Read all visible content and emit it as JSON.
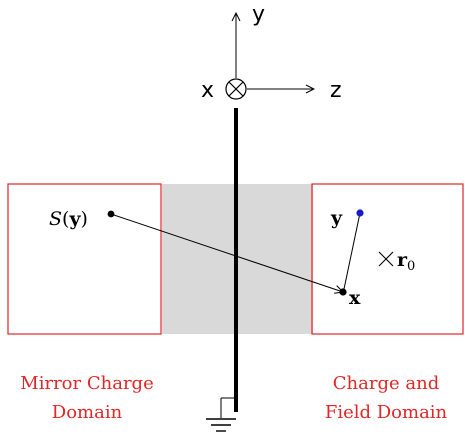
{
  "axes": {
    "x_label": "x",
    "y_label": "y",
    "z_label": "z"
  },
  "mirror_point": {
    "label_func": "S",
    "label_open": "(",
    "label_arg": "y",
    "label_close": ")"
  },
  "charge_point": {
    "label": "y"
  },
  "field_point": {
    "label": "x"
  },
  "reference_point": {
    "label_base": "r",
    "label_sub": "0"
  },
  "mirror_domain": {
    "caption_line1": "Mirror Charge",
    "caption_line2": "Domain"
  },
  "field_domain": {
    "caption_line1": "Charge and",
    "caption_line2": "Field Domain"
  },
  "colors": {
    "domain_border": "#e32626",
    "caption": "#e32626",
    "conductor_band": "#d9d9d9",
    "charge_point": "#1a1acc",
    "ink": "#000000"
  }
}
